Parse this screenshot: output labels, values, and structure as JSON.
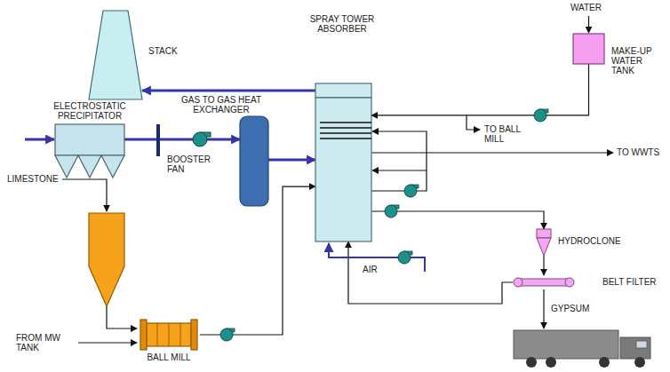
{
  "diagram": {
    "nodes": [
      {
        "text": [
          "STACK"
        ]
      },
      {
        "text": [
          "SPRAY TOWER ABSORBER"
        ]
      },
      {
        "text": [
          "MAKE-UP WATER TANK"
        ]
      },
      {
        "text": [
          "ELECTROSTATIC PRECIPITATOR"
        ]
      },
      {
        "text": [
          "GAS TO GAS HEAT EXCHANGER"
        ]
      },
      {
        "text": [
          "HYDROCLONE"
        ]
      },
      {
        "text": [
          "BELT FILTER"
        ]
      },
      {
        "text": [
          "BALL MILL"
        ]
      }
    ],
    "edges": [
      {
        "from": 3,
        "to": 4,
        "arrow": "to"
      },
      {
        "from": 4,
        "to": 1,
        "arrow": "to"
      },
      {
        "from": 1,
        "to": 0,
        "arrow": "to"
      },
      {
        "from": 7,
        "to": 1,
        "arrow": "to"
      },
      {
        "from": 2,
        "to": 1,
        "arrow": "to"
      },
      {
        "from": 1,
        "to": 5,
        "arrow": "to"
      },
      {
        "from": 5,
        "to": 6,
        "arrow": "to"
      },
      {
        "from": 6,
        "to": 1,
        "arrow": "to"
      }
    ],
    "labels": [
      "WATER",
      "TO BALL MILL",
      "TO WWTS",
      "BOOSTER FAN",
      "LIMESTONE",
      "AIR",
      "GYPSUM",
      "FROM MW TANK"
    ]
  }
}
